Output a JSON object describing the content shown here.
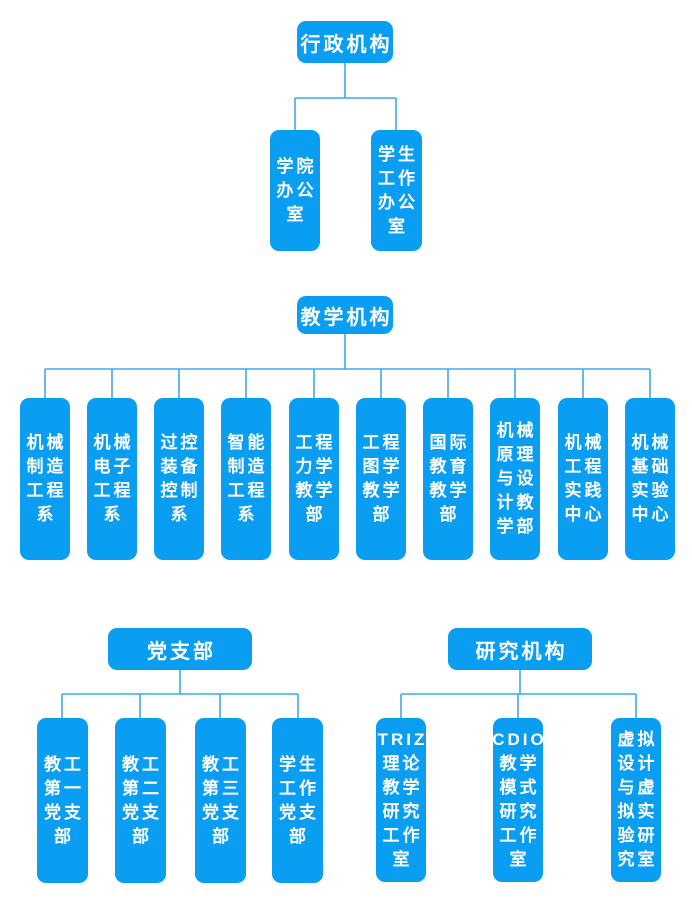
{
  "colors": {
    "box": "#0a9ef3",
    "line": "#3fa9f0",
    "text": "#ffffff",
    "background": "#ffffff"
  },
  "sections": {
    "admin": {
      "title": "行政机构",
      "children": [
        "学院办公室",
        "学生工作办公室"
      ]
    },
    "teaching": {
      "title": "教学机构",
      "children": [
        "机械制造工程系",
        "机械电子工程系",
        "过控装备控制系",
        "智能制造工程系",
        "工程力学教学部",
        "工程图学教学部",
        "国际教育教学部",
        "机械原理与设计教学部",
        "机械工程实践中心",
        "机械基础实验中心"
      ]
    },
    "party": {
      "title": "党支部",
      "children": [
        "教工第一党支部",
        "教工第二党支部",
        "教工第三党支部",
        "学生工作党支部"
      ]
    },
    "research": {
      "title": "研究机构",
      "children": [
        "TRIZ理论教学研究工作室",
        "CDIO教学模式研究工作室",
        "虚拟设计与虚拟实验研究室"
      ]
    }
  }
}
